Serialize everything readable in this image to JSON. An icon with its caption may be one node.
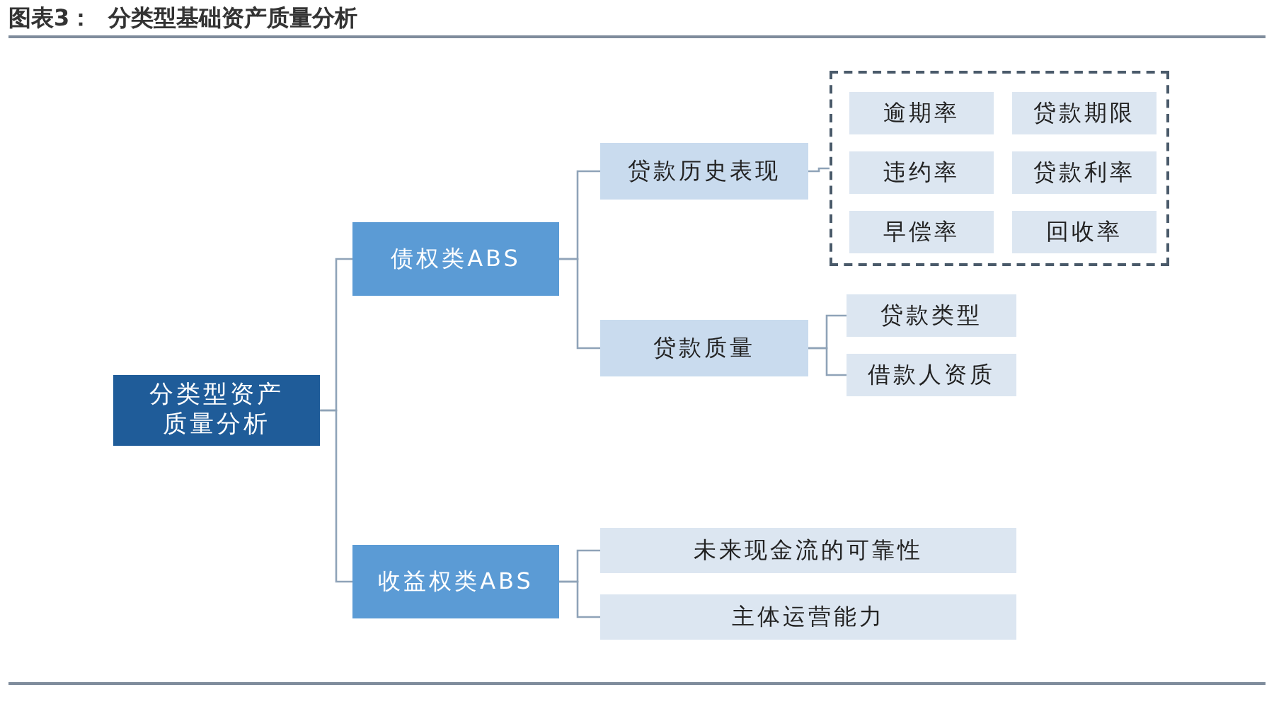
{
  "diagram": {
    "title": "图表3：  分类型基础资产质量分析",
    "nodes": [
      {
        "text": [
          "分类型资产质量分析"
        ]
      },
      {
        "text": [
          "债权类ABS"
        ]
      },
      {
        "text": [
          "收益权类ABS"
        ]
      },
      {
        "text": [
          "贷款历史表现"
        ]
      },
      {
        "text": [
          "贷款质量"
        ]
      },
      {
        "text": [],
        "shape": "box"
      },
      {
        "text": [
          "逾期率"
        ],
        "in": 5
      },
      {
        "text": [
          "贷款期限"
        ],
        "in": 5
      },
      {
        "text": [
          "违约率"
        ],
        "in": 5
      },
      {
        "text": [
          "贷款利率"
        ],
        "in": 5
      },
      {
        "text": [
          "早偿率"
        ],
        "in": 5
      },
      {
        "text": [
          "回收率"
        ],
        "in": 5
      },
      {
        "text": [
          "贷款类型"
        ]
      },
      {
        "text": [
          "借款人资质"
        ]
      },
      {
        "text": [
          "未来现金流的可靠性"
        ]
      },
      {
        "text": [
          "主体运营能力"
        ]
      }
    ],
    "edges": [
      {
        "from": 0,
        "to": 1,
        "arrow": "none"
      },
      {
        "from": 0,
        "to": 2,
        "arrow": "none"
      },
      {
        "from": 1,
        "to": 3,
        "arrow": "none"
      },
      {
        "from": 1,
        "to": 4,
        "arrow": "none"
      },
      {
        "from": 3,
        "to": 5,
        "arrow": "none"
      },
      {
        "from": 4,
        "to": 12,
        "arrow": "none"
      },
      {
        "from": 4,
        "to": 13,
        "arrow": "none"
      },
      {
        "from": 2,
        "to": 14,
        "arrow": "none"
      },
      {
        "from": 2,
        "to": 15,
        "arrow": "none"
      }
    ]
  }
}
